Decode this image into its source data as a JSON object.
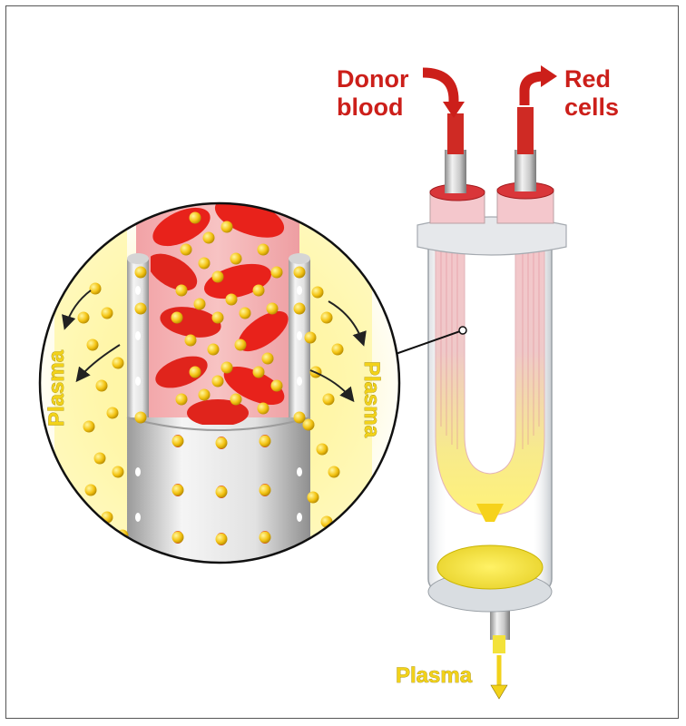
{
  "labels": {
    "donor_line1": "Donor",
    "donor_line2": "blood",
    "red_line1": "Red",
    "red_line2": "cells",
    "plasma_left": "Plasma",
    "plasma_right": "Plasma",
    "plasma_bottom": "Plasma"
  },
  "colors": {
    "red": "#cc1f1a",
    "plasma_yellow": "#f2d21a",
    "fiber_pink": "#e9a0a8",
    "frame": "#555555"
  }
}
